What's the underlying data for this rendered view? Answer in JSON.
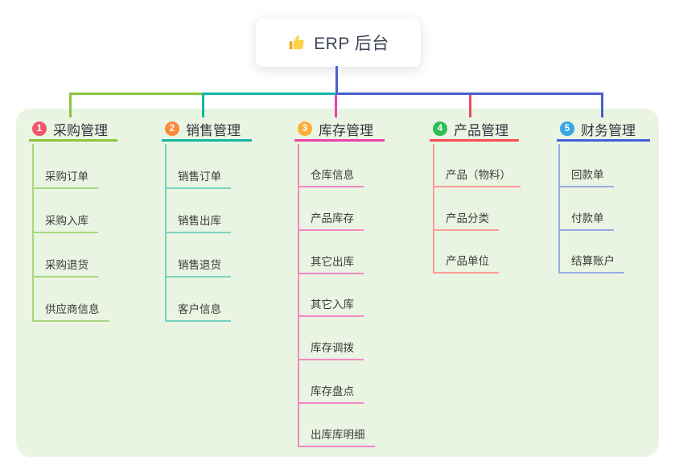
{
  "root": {
    "label": "ERP 后台",
    "icon": "thumbs-up",
    "line_color": "#4a5fd0"
  },
  "panel": {
    "bg": "#e9f5e2"
  },
  "connector": {
    "segments": [
      {
        "color": "#8bc63f"
      },
      {
        "color": "#13b7a4"
      },
      {
        "color": "#4a5fd0"
      }
    ]
  },
  "branches": [
    {
      "badge": "1",
      "badge_color": "#f4566c",
      "title": "采购管理",
      "line_color": "#8bc63f",
      "child_line_color": "#a9d77f",
      "drop_color": "#8bc63f",
      "children": [
        "采购订单",
        "采购入库",
        "采购退货",
        "供应商信息"
      ]
    },
    {
      "badge": "2",
      "badge_color": "#fb8b3d",
      "title": "销售管理",
      "line_color": "#13b7a4",
      "child_line_color": "#79d2c3",
      "drop_color": "#13b7a4",
      "children": [
        "销售订单",
        "销售出库",
        "销售退货",
        "客户信息"
      ]
    },
    {
      "badge": "3",
      "badge_color": "#fbaf3a",
      "title": "库存管理",
      "line_color": "#ee3fa8",
      "child_line_color": "#f387c6",
      "drop_color": "#ee3fa8",
      "children": [
        "仓库信息",
        "产品库存",
        "其它出库",
        "其它入库",
        "库存调拨",
        "库存盘点",
        "出库库明细"
      ]
    },
    {
      "badge": "4",
      "badge_color": "#2fbe57",
      "title": "产品管理",
      "line_color": "#ff4d4f",
      "child_line_color": "#ff9b98",
      "drop_color": "#f0485e",
      "children": [
        "产品（物料）",
        "产品分类",
        "产品单位"
      ]
    },
    {
      "badge": "5",
      "badge_color": "#36a6e8",
      "title": "财务管理",
      "line_color": "#3f63d6",
      "child_line_color": "#96abe6",
      "drop_color": "#4a5fd0",
      "children": [
        "回款单",
        "付款单",
        "结算账户"
      ]
    }
  ]
}
